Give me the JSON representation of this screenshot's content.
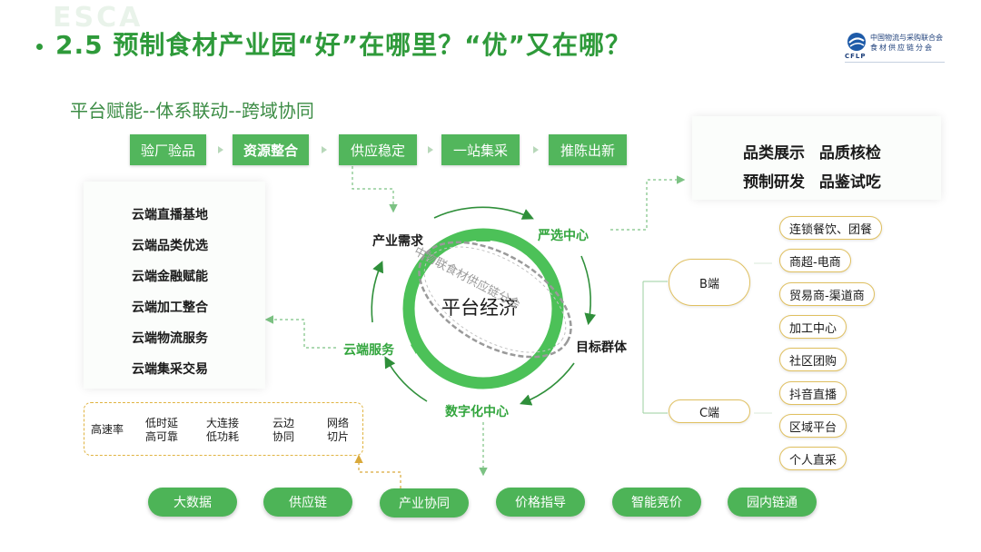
{
  "title": "2.5 预制食材产业园“好”在哪里？“优”又在哪？",
  "watermark": "ESCA",
  "logo": {
    "line1": "中国物流与采购联合会",
    "line2": "食材供应链分会",
    "abbr": "CFLP"
  },
  "subtitle": "平台赋能--体系联动--跨域协同",
  "steps": [
    "验厂验品",
    "资源整合",
    "供应稳定",
    "一站集采",
    "推陈出新"
  ],
  "left_panel": [
    "云端直播基地",
    "云端品类优选",
    "云端金融赋能",
    "云端加工整合",
    "云端物流服务",
    "云端集采交易"
  ],
  "right_box": {
    "row1": "品类展示  品质核检",
    "row2": "预制研发  品鉴试吃"
  },
  "cycle": {
    "center": "平台经济",
    "ring_text": "中物联食材供应链分会",
    "nodes": {
      "top_left": "产业需求",
      "top_right": "严选中心",
      "right": "目标群体",
      "bottom": "数字化中心",
      "left": "云端服务"
    }
  },
  "segments": {
    "b": "B端",
    "c": "C端"
  },
  "targets": [
    "连锁餐饮、团餐",
    "商超-电商",
    "贸易商-渠道商",
    "加工中心",
    "社区团购",
    "抖音直播",
    "区域平台",
    "个人直采"
  ],
  "network": [
    {
      "l1": "高速率",
      "l2": ""
    },
    {
      "l1": "低时延",
      "l2": "高可靠"
    },
    {
      "l1": "大连接",
      "l2": "低功耗"
    },
    {
      "l1": "云边",
      "l2": "协同"
    },
    {
      "l1": "网络",
      "l2": "切片"
    }
  ],
  "bottom_pills": [
    "大数据",
    "供应链",
    "产业协同",
    "价格指导",
    "智能竞价",
    "园内链通"
  ],
  "colors": {
    "brand_green": "#2e9a3a",
    "step_green": "#52b65c",
    "accent_gold": "#e0c060",
    "logo_blue": "#1d3f7a"
  }
}
